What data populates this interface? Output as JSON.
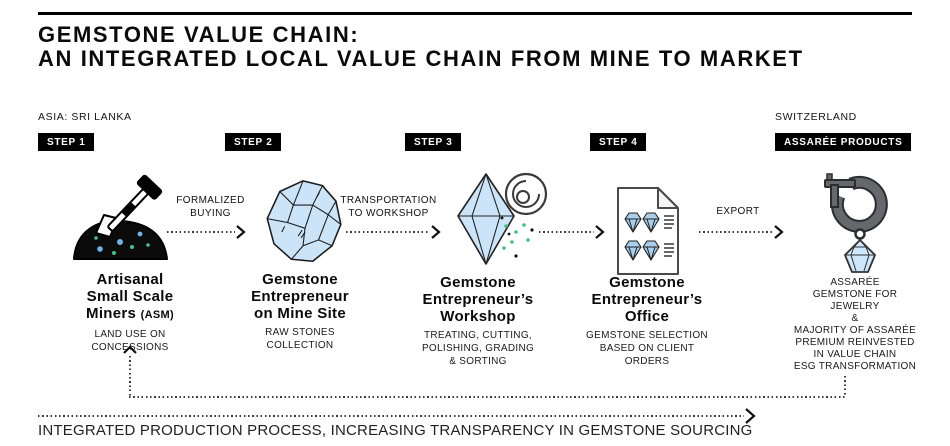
{
  "header": {
    "title_lines": [
      "GEMSTONE VALUE CHAIN:",
      "AN INTEGRATED LOCAL VALUE CHAIN FROM MINE TO MARKET"
    ]
  },
  "regions": {
    "left": "ASIA: SRI LANKA",
    "right": "SWITZERLAND"
  },
  "steps": [
    {
      "badge": "STEP 1",
      "icon": "mining-hammer-mound",
      "name_lines": [
        "Artisanal",
        "Small Scale"
      ],
      "name_last": "Miners",
      "name_suffix": "(ASM)",
      "sub_lines": [
        "LAND USE ON",
        "CONCESSIONS"
      ]
    },
    {
      "badge": "STEP 2",
      "icon": "rough-gemstone",
      "name_lines": [
        "Gemstone",
        "Entrepreneur",
        "on Mine Site"
      ],
      "sub_lines": [
        "RAW STONES",
        "COLLECTION"
      ]
    },
    {
      "badge": "STEP 3",
      "icon": "cut-gem-polishing-wheel",
      "name_lines": [
        "Gemstone",
        "Entrepreneur’s",
        "Workshop"
      ],
      "sub_lines": [
        "TREATING, CUTTING,",
        "POLISHING, GRADING",
        "& SORTING"
      ]
    },
    {
      "badge": "STEP 4",
      "icon": "gem-order-document",
      "name_lines": [
        "Gemstone",
        "Entrepreneur’s",
        "Office"
      ],
      "sub_lines": [
        "GEMSTONE SELECTION",
        "BASED ON CLIENT",
        "ORDERS"
      ]
    },
    {
      "badge": "ASSARÉE PRODUCTS",
      "icon": "gem-earring",
      "sub_lines": [
        "ASSARÉE",
        "GEMSTONE FOR",
        "JEWELRY",
        "&",
        "MAJORITY OF ASSARÉE",
        "PREMIUM REINVESTED",
        "IN VALUE CHAIN",
        "ESG TRANSFORMATION"
      ]
    }
  ],
  "flow_arrows": [
    {
      "label_lines": [
        "FORMALIZED",
        "BUYING"
      ]
    },
    {
      "label_lines": [
        "TRANSPORTATION",
        "TO WORKSHOP"
      ]
    },
    {
      "label_lines": []
    },
    {
      "label_lines": [
        "EXPORT"
      ]
    }
  ],
  "footer": {
    "caption": "INTEGRATED PRODUCTION PROCESS, INCREASING TRANSPARENCY IN GEMSTONE SOURCING"
  },
  "colors": {
    "gem_blue": "#cbe4f7",
    "doc_gem_blue": "#a9cfee",
    "dot_green": "#44c281",
    "dot_blue": "#6fb4e8",
    "badge_bg": "#000000",
    "earring_gray": "#65696d"
  }
}
